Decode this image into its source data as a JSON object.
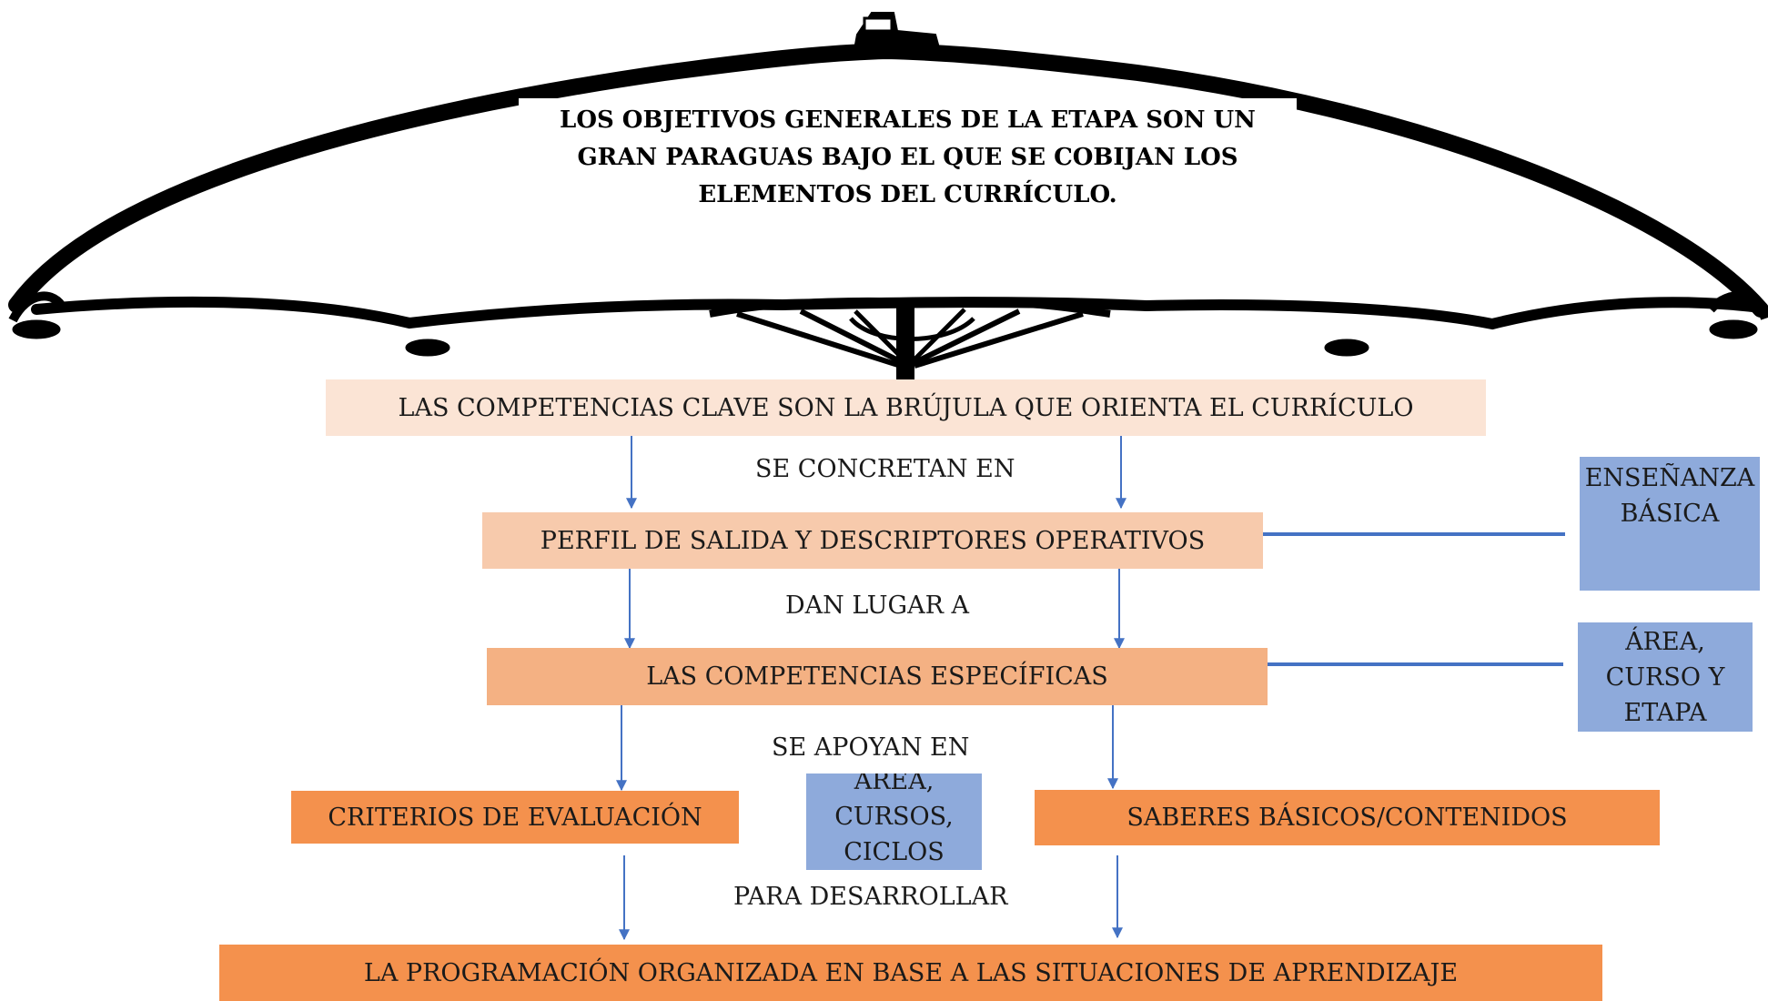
{
  "title": "LOS OBJETIVOS GENERALES DE LA ETAPA SON UN GRAN PARAGUAS BAJO EL QUE SE COBIJAN LOS ELEMENTOS DEL CURRÍCULO.",
  "boxes": {
    "competencias_clave": "LAS COMPETENCIAS CLAVE SON LA BRÚJULA QUE ORIENTA EL CURRÍCULO",
    "perfil_salida": "PERFIL DE SALIDA Y DESCRIPTORES OPERATIVOS",
    "competencias_especificas": "LAS COMPETENCIAS ESPECÍFICAS",
    "criterios": "CRITERIOS DE EVALUACIÓN",
    "saberes": "SABERES BÁSICOS/CONTENIDOS",
    "programacion": "LA PROGRAMACIÓN ORGANIZADA EN BASE A LAS SITUACIONES DE APRENDIZAJE"
  },
  "connectors": {
    "se_concretan": "SE CONCRETAN EN",
    "dan_lugar": "DAN LUGAR A",
    "se_apoyan": "SE APOYAN EN",
    "para_desarrollar": "PARA DESARROLLAR"
  },
  "side_boxes": {
    "ensenanza": "ENSEÑANZA\nBÁSICA",
    "area_curso": "ÁREA,\nCURSO Y\nETAPA",
    "area_cursos": "ÁREA,\nCURSOS,\nCICLOS"
  },
  "colors": {
    "box_lightest": "#fbe4d5",
    "box_light": "#f7caac",
    "box_medium": "#f4b183",
    "box_strong": "#f4914d",
    "side_blue": "#8eaadb",
    "arrow_blue": "#4472c4"
  }
}
